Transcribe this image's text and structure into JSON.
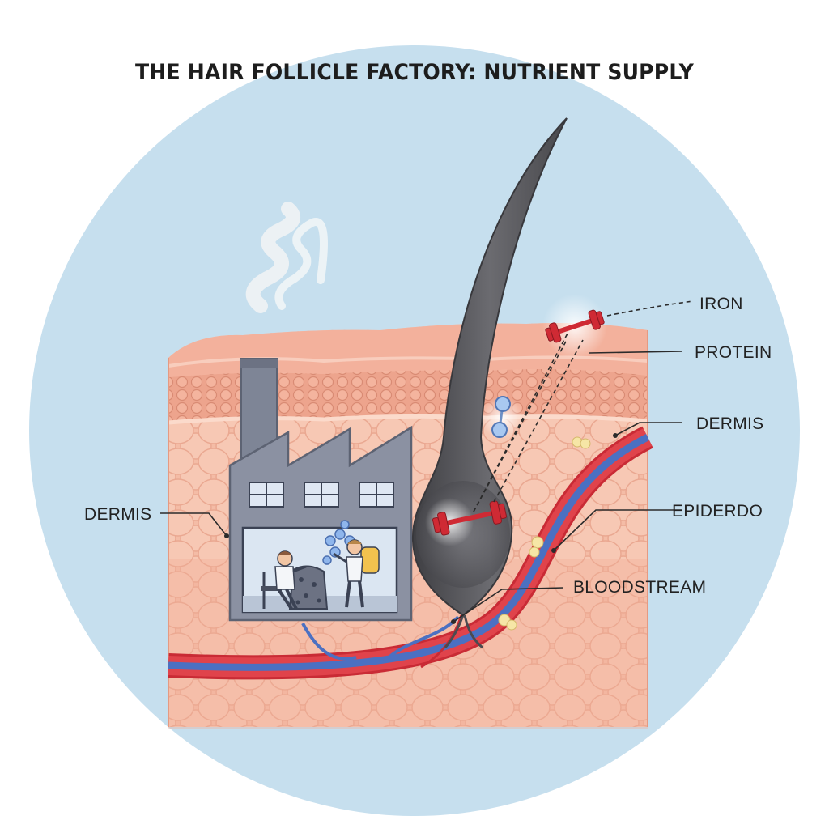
{
  "title": "THE HAIR FOLLICLE FACTORY: NUTRIENT SUPPLY",
  "labels": {
    "iron": "IRON",
    "protein": "PROTEIN",
    "dermis_right": "DERMIS",
    "epiderdo": "EPIDERDO",
    "bloodstream": "BLOODSTREAM",
    "dermis_left": "DERMIS"
  },
  "icons": [
    "factory-icon",
    "smoke-icon",
    "dumbbell-icon",
    "molecule-icon",
    "worker-icon",
    "hair-icon",
    "blood-vessel-icon"
  ],
  "colors": {
    "background_circle": "#c7e0ef",
    "skin": "#f2b7a0",
    "skin_dark": "#e9a28a",
    "hair": "#5b5b5f",
    "factory": "#8c92a3",
    "artery": "#d8303a",
    "vein": "#4a6fc0",
    "dumbbell": "#cf2a34"
  }
}
